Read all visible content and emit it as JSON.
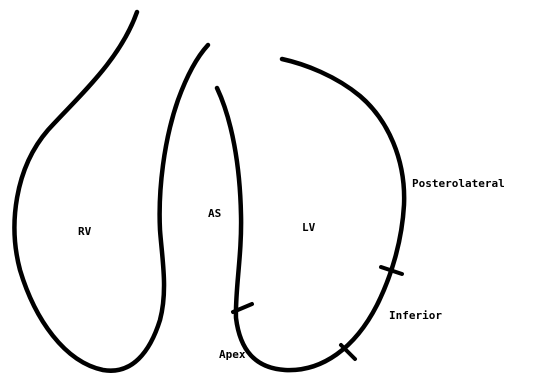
{
  "diagram": {
    "labels": {
      "rv": "RV",
      "as": "AS",
      "lv": "LV",
      "posterolateral": "Posterolateral",
      "inferior": "Inferior",
      "apex": "Apex"
    }
  }
}
